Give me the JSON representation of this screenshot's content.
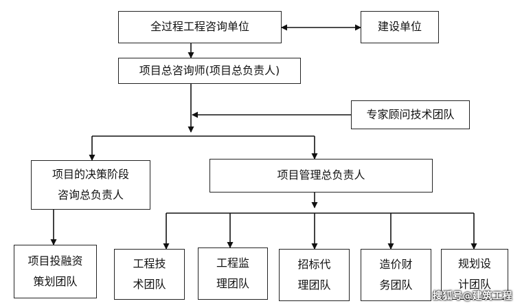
{
  "nodes": {
    "consult_unit": "全过程工程咨询单位",
    "build_unit": "建设单位",
    "chief_consultant": "项目总咨询师(项目总负责人)",
    "expert_team": "专家顾问技术团队",
    "decision_lead": [
      "项目的决策阶段",
      "咨询总负责人"
    ],
    "pm_lead": "项目管理总负责人",
    "finance_team": [
      "项目投融资",
      "策划团队"
    ],
    "eng_tech_team": [
      "工程技",
      "术团队"
    ],
    "supervision_team": [
      "工程监",
      "理团队"
    ],
    "bidding_team": [
      "招标代",
      "理团队"
    ],
    "cost_team": [
      "造价财",
      "务团队"
    ],
    "planning_team": [
      "规划设",
      "计团队"
    ]
  },
  "watermark": "搜狐号@建筑工程"
}
